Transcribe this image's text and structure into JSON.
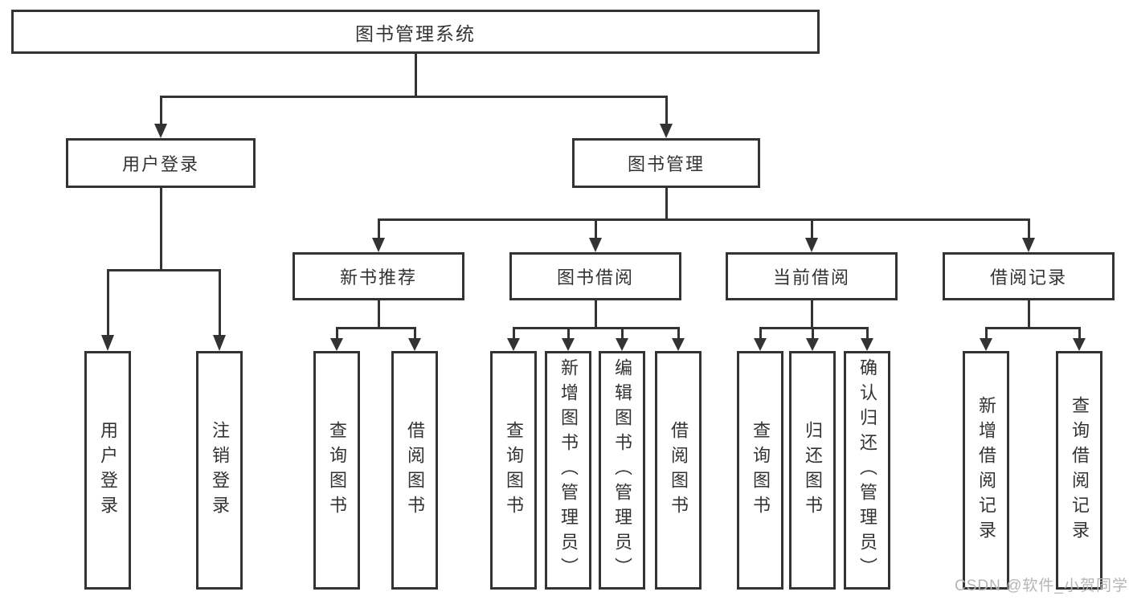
{
  "diagram": {
    "root": {
      "label": "图书管理系统"
    },
    "branches": [
      {
        "label": "用户登录",
        "children": [
          {
            "label": "用户登录"
          },
          {
            "label": "注销登录"
          }
        ]
      },
      {
        "label": "图书管理",
        "children": [
          {
            "label": "新书推荐",
            "children": [
              {
                "label": "查询图书"
              },
              {
                "label": "借阅图书"
              }
            ]
          },
          {
            "label": "图书借阅",
            "children": [
              {
                "label": "查询图书"
              },
              {
                "label": "新增图书（管理员）"
              },
              {
                "label": "编辑图书（管理员）"
              },
              {
                "label": "借阅图书"
              }
            ]
          },
          {
            "label": "当前借阅",
            "children": [
              {
                "label": "查询图书"
              },
              {
                "label": "归还图书"
              },
              {
                "label": "确认归还（管理员）"
              }
            ]
          },
          {
            "label": "借阅记录",
            "children": [
              {
                "label": "新增借阅记录"
              },
              {
                "label": "查询借阅记录"
              }
            ]
          }
        ]
      }
    ]
  },
  "watermark": {
    "text": "CSDN @软件_小贺同学"
  },
  "colors": {
    "line": "#333333",
    "border": "#333333",
    "box_fill": "#ffffff",
    "text": "#333333",
    "watermark": "#b5b5b5"
  }
}
